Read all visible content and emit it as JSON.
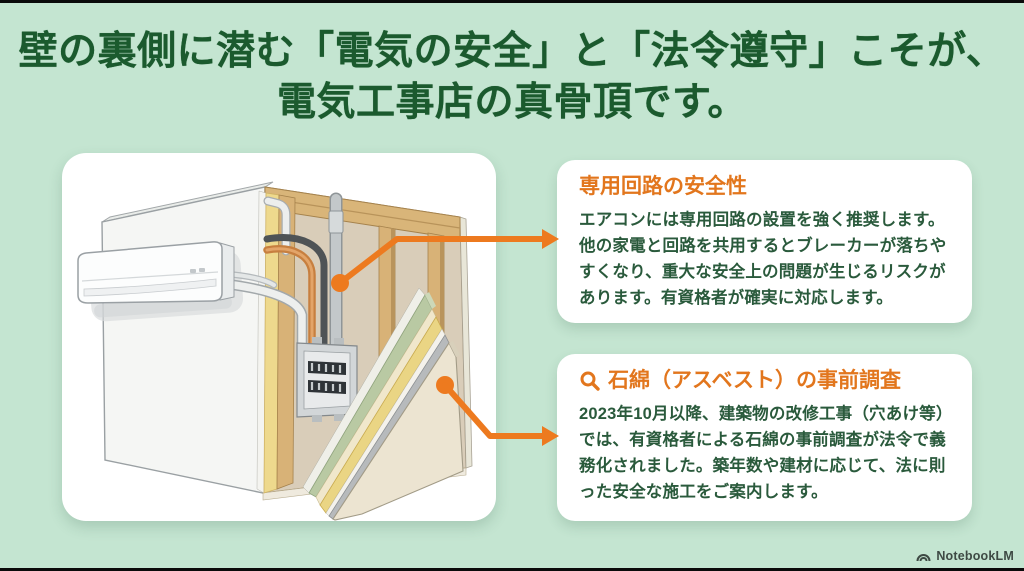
{
  "title": {
    "line1": "壁の裏側に潜む「電気の安全」と「法令遵守」こそが、",
    "line2": "電気工事店の真骨頂です。"
  },
  "callouts": [
    {
      "heading": "専用回路の安全性",
      "body": "エアコンには専用回路の設置を強く推奨します。他の家電と回路を共用するとブレーカーが落ちやすくなり、重大な安全上の問題が生じるリスクがあります。有資格者が確実に対応します。"
    },
    {
      "heading": "石綿（アスベスト）の事前調査",
      "icon": "magnifier-icon",
      "body": "2023年10月以降、建築物の改修工事（穴あけ等）では、有資格者による石綿の事前調査が法令で義務化されました。築年数や建材に応じて、法に則った安全な施工をご案内します。"
    }
  ],
  "illustration": {
    "parts": [
      "air-conditioner",
      "wall-cutaway",
      "wood-studs",
      "insulation",
      "electrical-conduits",
      "breaker-panel",
      "wall-material-layers"
    ]
  },
  "watermark": {
    "label": "NotebookLM"
  },
  "colors": {
    "background": "#c4e5d1",
    "title_green": "#1b5a2e",
    "heading_orange": "#e2761d",
    "body_green": "#2a5a3c",
    "arrow_orange": "#ed7a1f"
  }
}
